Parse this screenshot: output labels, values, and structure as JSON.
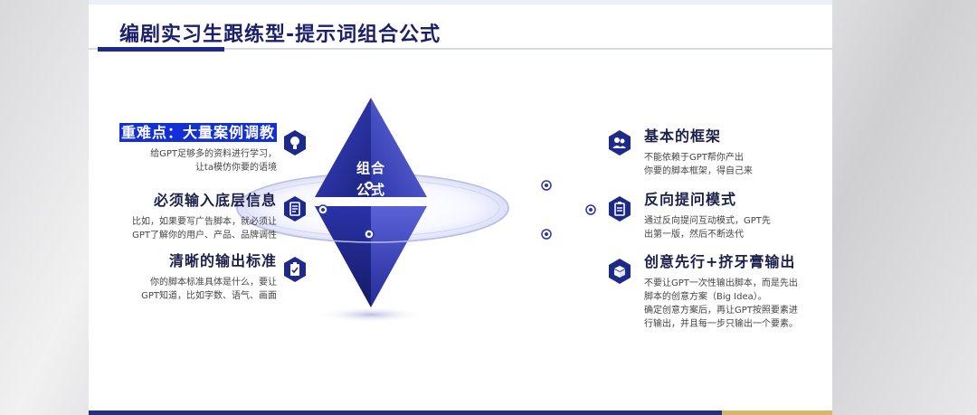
{
  "title": "编剧实习生跟练型-提示词组合公式",
  "center": {
    "line1": "组合",
    "line2": "公式"
  },
  "left_items": [
    {
      "heading": "重难点：大量案例调教",
      "desc": [
        "给GPT足够多的资料进行学习，",
        "让ta模仿你要的语境"
      ],
      "icon": "lightbulb-icon",
      "highlighted": true
    },
    {
      "heading": "必须输入底层信息",
      "desc": [
        "比如，如果要写广告脚本，就必须让",
        "GPT了解你的用户、产品、品牌调性"
      ],
      "icon": "document-icon"
    },
    {
      "heading": "清晰的输出标准",
      "desc": [
        "你的脚本标准具体是什么，要让",
        "GPT知道，比如字数、语气、画面"
      ],
      "icon": "clipboard-check-icon"
    }
  ],
  "right_items": [
    {
      "heading": "基本的框架",
      "desc": [
        "不能依赖于GPT帮你产出",
        "你要的脚本框架，得自己来"
      ],
      "icon": "team-icon"
    },
    {
      "heading": "反向提问模式",
      "desc": [
        "通过反向提问互动模式，GPT先",
        "出第一版，然后不断迭代"
      ],
      "icon": "clipboard-icon"
    },
    {
      "heading": "创意先行+挤牙膏输出",
      "desc": [
        "不要让GPT一次性输出脚本，而是先出",
        "脚本的创意方案（Big Idea）。",
        "确定创意方案后，再让GPT按照要素进",
        "行输出，并且每一步只输出一个要素。"
      ],
      "icon": "box-icon"
    }
  ],
  "colors": {
    "primary": "#1e2a8a",
    "accent": "#3a46c8",
    "highlight": "#1330d6",
    "gold": "#d8b56a"
  }
}
